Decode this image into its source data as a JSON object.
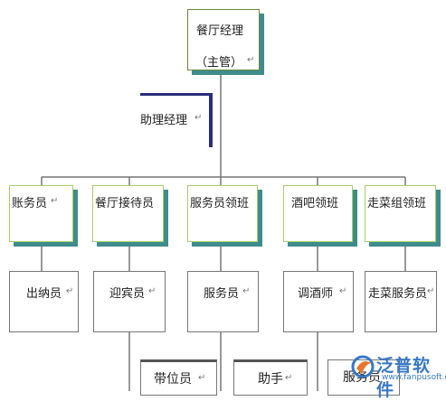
{
  "nodes": {
    "manager_line1": "餐厅经理",
    "manager_line2": "（主管）",
    "assistant": "助理经理",
    "accountant": "账务员",
    "receptionist": "餐厅接待员",
    "service_lead": "服务员领班",
    "bar_lead": "酒吧领班",
    "runner_lead": "走菜组领班",
    "cashier": "出纳员",
    "greeter": "迎宾员",
    "waiter": "服务员",
    "bartender": "调酒师",
    "runner": "走菜服务员",
    "usher": "带位员",
    "helper": "助手",
    "waiter2": "服务员"
  },
  "paragraph_mark": "↵",
  "logo": {
    "name": "泛普软件",
    "url": "www.fanpusoft.com"
  },
  "colors": {
    "box_border": "#a8cf6a",
    "box_shadow": "#3f8c8c",
    "assistant_accent": "#2a2e7a",
    "logo": "#3778c8"
  }
}
